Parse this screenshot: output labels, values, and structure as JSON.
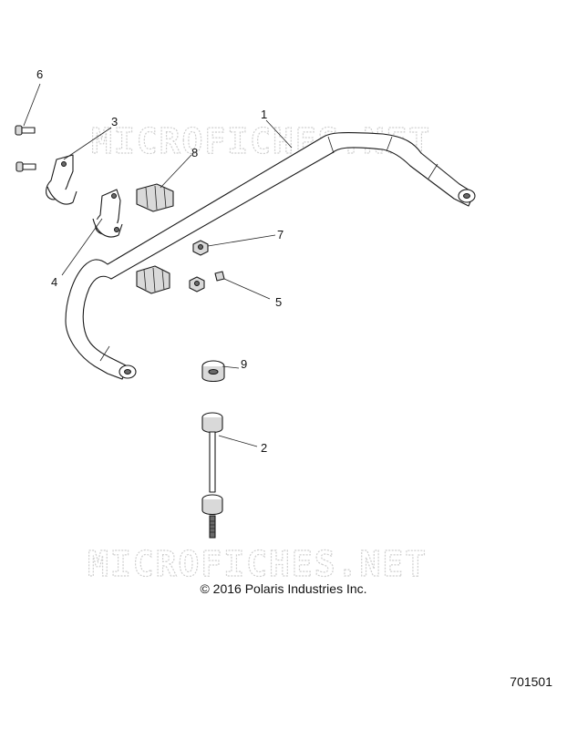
{
  "watermark": {
    "text": "MICROFICHES.NET"
  },
  "callouts": [
    "1",
    "2",
    "3",
    "4",
    "5",
    "6",
    "7",
    "8",
    "9"
  ],
  "copyright": "© 2016 Polaris Industries Inc.",
  "document_number": "701501"
}
